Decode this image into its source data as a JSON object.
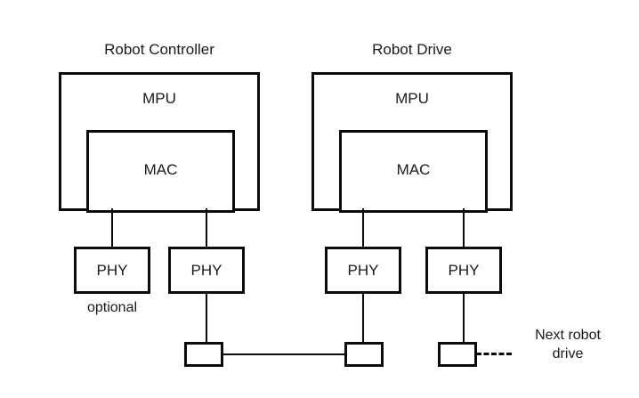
{
  "diagram": {
    "title_rc": "Robot Controller",
    "title_rd": "Robot Drive",
    "groups": [
      {
        "name": "robot-controller",
        "outer_label": "MPU",
        "inner_label": "MAC"
      },
      {
        "name": "robot-drive",
        "outer_label": "MPU",
        "inner_label": "MAC"
      }
    ],
    "phy_blocks": [
      {
        "id": "phy-1",
        "label": "PHY",
        "note": "optional"
      },
      {
        "id": "phy-2",
        "label": "PHY",
        "note": ""
      },
      {
        "id": "phy-3",
        "label": "PHY",
        "note": ""
      },
      {
        "id": "phy-4",
        "label": "PHY",
        "note": ""
      }
    ],
    "optional_note": "optional",
    "next_label_line1": "Next robot",
    "next_label_line2": "drive",
    "connectors": [
      {
        "id": "connector-1",
        "label": ""
      },
      {
        "id": "connector-2",
        "label": ""
      },
      {
        "id": "connector-3",
        "label": ""
      }
    ],
    "colors": {
      "stroke": "#0a0a0a",
      "text": "#1a1a1a",
      "background": "#ffffff"
    }
  }
}
